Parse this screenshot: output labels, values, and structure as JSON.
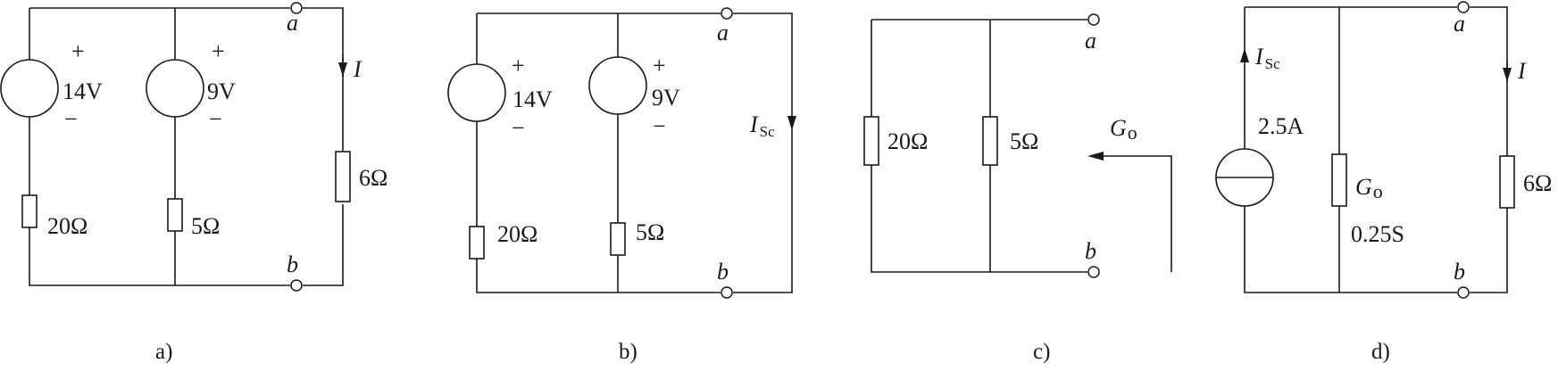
{
  "circuits": {
    "a": {
      "caption": "a)",
      "source1": {
        "plus": "+",
        "minus": "−",
        "value": "14V"
      },
      "source2": {
        "plus": "+",
        "minus": "−",
        "value": "9V"
      },
      "r1": "20Ω",
      "r2": "5Ω",
      "r_load": "6Ω",
      "node_a": "a",
      "node_b": "b",
      "current": "I"
    },
    "b": {
      "caption": "b)",
      "source1": {
        "plus": "+",
        "minus": "−",
        "value": "14V"
      },
      "source2": {
        "plus": "+",
        "minus": "−",
        "value": "9V"
      },
      "r1": "20Ω",
      "r2": "5Ω",
      "node_a": "a",
      "node_b": "b",
      "current_main": "I",
      "current_sub": "Sc"
    },
    "c": {
      "caption": "c)",
      "r1": "20Ω",
      "r2": "5Ω",
      "node_a": "a",
      "node_b": "b",
      "g_main": "G",
      "g_sub": "o"
    },
    "d": {
      "caption": "d)",
      "source_value": "2.5A",
      "current_main": "I",
      "current_sub": "Sc",
      "g_main": "G",
      "g_sub": "o",
      "g_value": "0.25S",
      "r_load": "6Ω",
      "node_a": "a",
      "node_b": "b",
      "current": "I"
    }
  }
}
